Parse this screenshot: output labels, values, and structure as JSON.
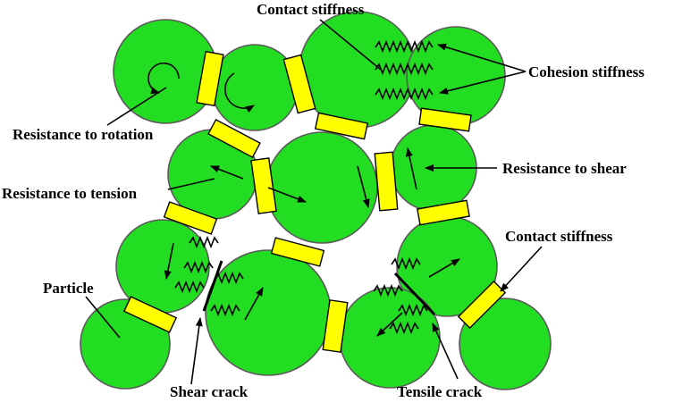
{
  "colors": {
    "particle": "#22dd22",
    "bond": "#ffff00",
    "outline": "#5a5a5a",
    "ink": "#000000"
  },
  "labels": {
    "contact_stiffness_top": "Contact stiffness",
    "cohesion_stiffness": "Cohesion stiffness",
    "resistance_rotation": "Resistance to rotation",
    "resistance_tension": "Resistance to tension",
    "resistance_shear": "Resistance to shear",
    "contact_stiffness_right": "Contact stiffness",
    "particle": "Particle",
    "shear_crack": "Shear crack",
    "tensile_crack": "Tensile crack"
  }
}
